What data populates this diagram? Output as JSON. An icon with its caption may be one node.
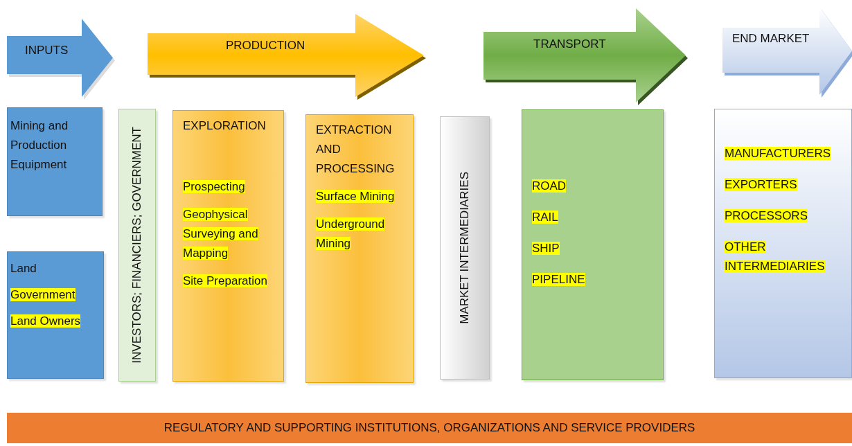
{
  "diagram": {
    "nodes": [
      {
        "text": [
          "INPUTS"
        ]
      },
      {
        "text": [
          "PRODUCTION"
        ]
      },
      {
        "text": [
          "TRANSPORT"
        ]
      },
      {
        "text": [
          "END MARKET"
        ]
      },
      {
        "text": [
          "Mining and Production Equipment"
        ]
      },
      {
        "text": [
          "Land",
          "Government",
          "Land Owners"
        ]
      },
      {
        "text": [
          "INVESTORS; FINANCIERS; GOVERNMENT"
        ]
      },
      {
        "text": [
          "EXPLORATION",
          "Prospecting",
          "Geophysical Surveying and Mapping",
          "Site Preparation"
        ]
      },
      {
        "text": [
          "EXTRACTION AND PROCESSING",
          "Surface Mining",
          "Underground Mining"
        ]
      },
      {
        "text": [
          "MARKET INTERMEDIARIES"
        ]
      },
      {
        "text": [
          "ROAD",
          "RAIL",
          "SHIP",
          "PIPELINE"
        ]
      },
      {
        "text": [
          "MANUFACTURERS",
          "EXPORTERS",
          "PROCESSORS",
          "OTHER INTERMEDIARIES"
        ]
      },
      {
        "text": [
          "REGULATORY AND SUPPORTING INSTITUTIONS, ORGANIZATIONS AND SERVICE PROVIDERS"
        ]
      }
    ]
  }
}
